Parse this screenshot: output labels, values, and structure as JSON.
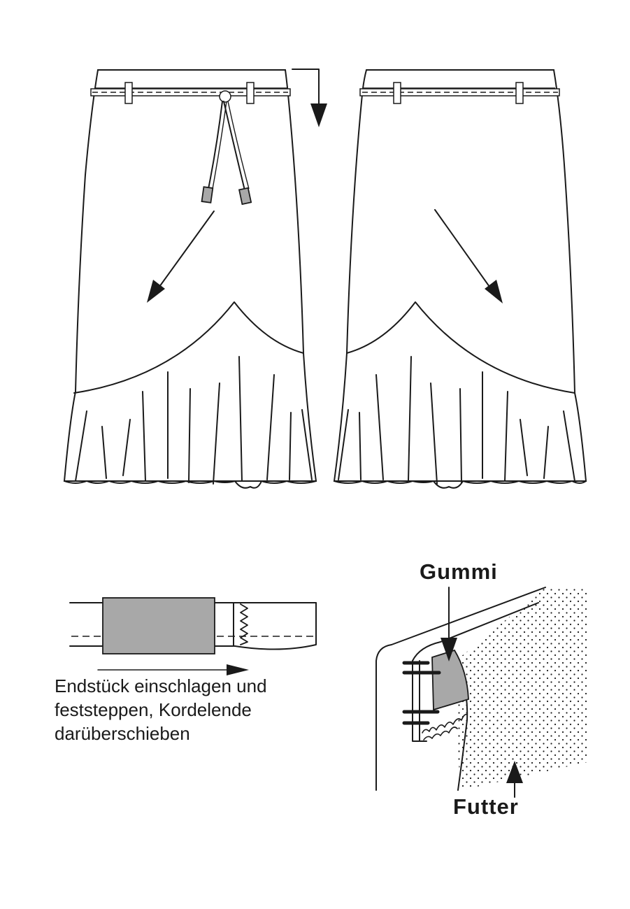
{
  "instruction": {
    "line1": "Endstück einschlagen und",
    "line2": "feststeppen, Kordelende",
    "line3": "darüberschieben"
  },
  "labels": {
    "elastic": "Gummi",
    "lining": "Futter"
  },
  "colors": {
    "line": "#1a1a1a",
    "fill_gray": "#a8a8a8",
    "background": "#ffffff"
  }
}
